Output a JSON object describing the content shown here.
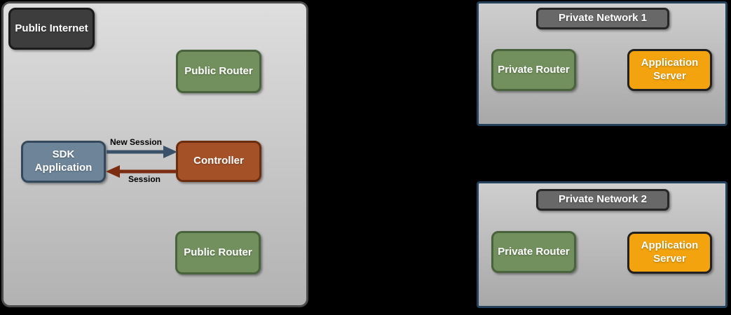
{
  "colors": {
    "background": "#000000",
    "zone_fill_top": "#dedede",
    "zone_fill_bottom": "#b2b2b2",
    "zone_border": "#4c4c4c",
    "network_fill_top": "#cecece",
    "network_fill_bottom": "#a8a8a8",
    "network_border": "#25425c",
    "dark_node_fill": "#3d3d3d",
    "dark_node_border": "#1b1b1b",
    "title_node_fill": "#686868",
    "title_node_border": "#272727",
    "green_fill": "#72905d",
    "green_border": "#49633c",
    "blue_fill": "#6d8499",
    "blue_border": "#35495c",
    "rust_fill": "#a55128",
    "rust_border": "#6c2c0e",
    "orange_fill": "#f2a30d",
    "orange_border": "#212121",
    "arrow_new_session": "#3a5169",
    "arrow_session": "#7c2d11",
    "label_text": "#ffffff",
    "arrow_label_text": "#000000"
  },
  "public_internet_zone": {
    "label": "Public Internet",
    "public_router_top": "Public Router",
    "sdk_application": "SDK Application",
    "controller": "Controller",
    "public_router_bottom": "Public Router"
  },
  "arrows": {
    "new_session_label": "New Session",
    "session_label": "Session"
  },
  "private_network_1": {
    "title": "Private Network 1",
    "private_router": "Private Router",
    "application_server": "Application Server"
  },
  "private_network_2": {
    "title": "Private Network 2",
    "private_router": "Private Router",
    "application_server": "Application Server"
  }
}
